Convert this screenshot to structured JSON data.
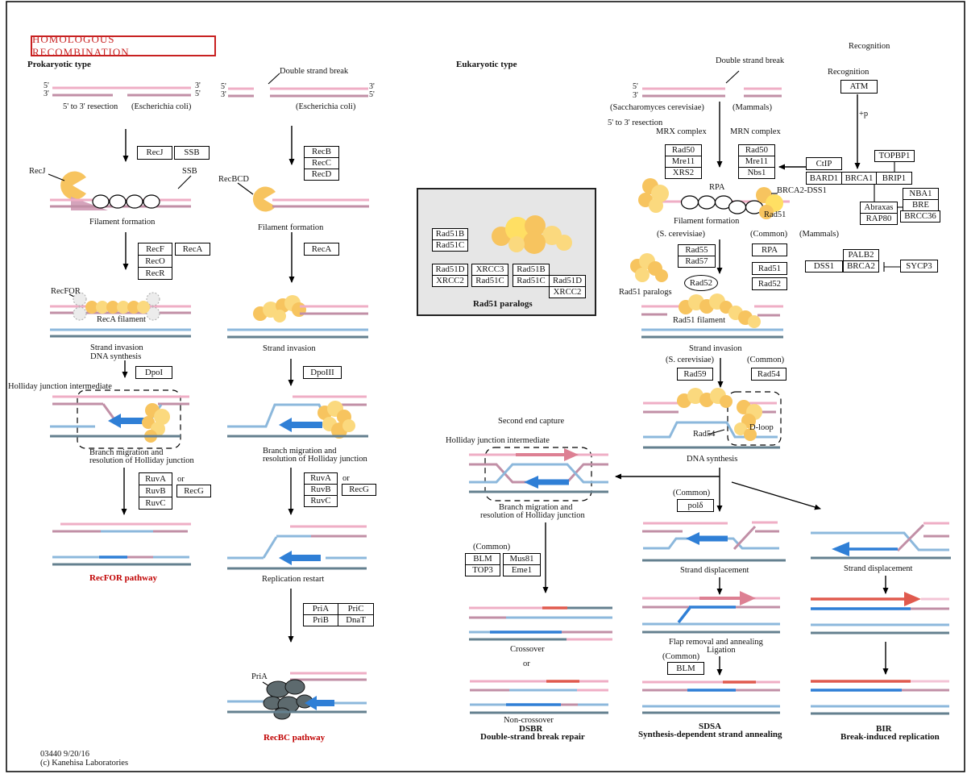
{
  "title": "HOMOLOGOUS RECOMBINATION",
  "footer": {
    "map_id": "03440 9/20/16",
    "copyright": "(c) Kanehisa Laboratories"
  },
  "colors": {
    "title_red": "#c82121",
    "pathway_red": "#c00000",
    "strand_pink": "#efaec5",
    "strand_mauve": "#c18fa6",
    "strand_lightblue": "#8cb8dc",
    "strand_slate": "#64808f",
    "arrow_blue": "#2f7fd6",
    "arrow_rose": "#dd8093",
    "segment_red": "#e05a4e",
    "protein_yellow": "#f7c45f",
    "panel_gray": "#e6e6e6"
  },
  "genes": {
    "recj": "RecJ",
    "ssb": "SSB",
    "recb": "RecB",
    "recc": "RecC",
    "recd": "RecD",
    "reca": "RecA",
    "recf": "RecF",
    "reco": "RecO",
    "recr": "RecR",
    "dpoi": "DpoI",
    "dpoiii": "DpoIII",
    "ruva": "RuvA",
    "ruvb": "RuvB",
    "ruvc": "RuvC",
    "recg": "RecG",
    "pria": "PriA",
    "prib": "PriB",
    "pric": "PriC",
    "dnat": "DnaT",
    "rad51b": "Rad51B",
    "rad51c": "Rad51C",
    "rad51d": "Rad51D",
    "xrcc2": "XRCC2",
    "xrcc3": "XRCC3",
    "rad50": "Rad50",
    "mre11": "Mre11",
    "xrs2": "XRS2",
    "nbs1": "Nbs1",
    "ctip": "CtIP",
    "bard1": "BARD1",
    "brca1": "BRCA1",
    "brip1": "BRIP1",
    "topbp1": "TOPBP1",
    "atm": "ATM",
    "nba1": "NBA1",
    "bre": "BRE",
    "brcc36": "BRCC36",
    "abraxas": "Abraxas",
    "rap80": "RAP80",
    "palb2": "PALB2",
    "brca2": "BRCA2",
    "dss1": "DSS1",
    "sycp3": "SYCP3",
    "rad55": "Rad55",
    "rad57": "Rad57",
    "rpa": "RPA",
    "rad51": "Rad51",
    "rad52": "Rad52",
    "rad59": "Rad59",
    "rad54": "Rad54",
    "blm": "BLM",
    "top3": "TOP3",
    "mus81": "Mus81",
    "eme1": "Eme1",
    "pold": "polδ",
    "recbcd": "RecBCD",
    "recfor": "RecFOR",
    "brca2_dss1": "BRCA2-DSS1"
  },
  "labels": {
    "prokaryotic_type": "Prokaryotic type",
    "eukaryotic_type": "Eukaryotic type",
    "resection": "5' to 3' resection",
    "ecoli": "(Escherichia coli)",
    "double_strand_break": "Double strand break",
    "filament_formation": "Filament formation",
    "reca_filament": "RecA filament",
    "strand_invasion": "Strand invasion",
    "dna_synthesis": "DNA synthesis",
    "holliday_junction": "Holliday junction intermediate",
    "branch_migration": "Branch migration and",
    "resolution": "resolution of Holliday junction",
    "or": "or",
    "replication_restart": "Replication restart",
    "recfor_pathway": "RecFOR pathway",
    "recbc_pathway": "RecBC pathway",
    "rad51_paralogs": "Rad51 paralogs",
    "saccharomyces": "(Saccharomyces cerevisiae)",
    "mammals": "(Mammals)",
    "recognition": "Recognition",
    "plus_p": "+p",
    "mrx_complex": "MRX complex",
    "mrn_complex": "MRN complex",
    "s_cerevisiae": "(S. cerevisiae)",
    "common": "(Common)",
    "rad51_filament": "Rad51 filament",
    "d_loop": "D-loop",
    "second_end_capture": "Second end capture",
    "strand_displacement": "Strand displacement",
    "flap_removal": "Flap removal and annealing",
    "ligation": "Ligation",
    "crossover": "Crossover",
    "non_crossover": "Non-crossover",
    "dsbr": "DSBR",
    "dsbr_full": "Double-strand break repair",
    "sdsa": "SDSA",
    "sdsa_full": "Synthesis-dependent strand annealing",
    "bir": "BIR",
    "bir_full": "Break-induced replication",
    "five_prime": "5'",
    "three_prime": "3'"
  }
}
